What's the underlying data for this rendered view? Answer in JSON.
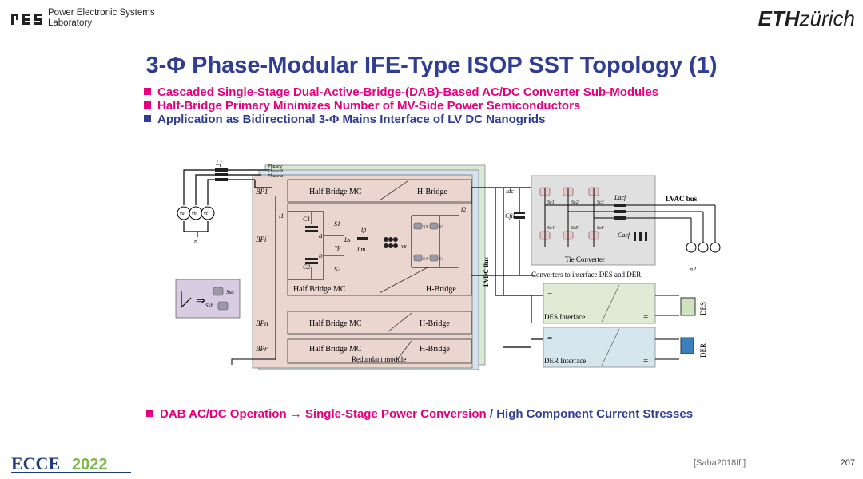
{
  "header": {
    "lab_name_line1": "Power Electronic Systems",
    "lab_name_line2": "Laboratory",
    "eth_bold": "ETH",
    "eth_light": "zürich"
  },
  "slide": {
    "title": "3-Φ Phase-Modular IFE-Type ISOP SST Topology (1)",
    "bullets": [
      {
        "text": "Cascaded Single-Stage Dual-Active-Bridge-(DAB)-Based AC/DC Converter Sub-Modules",
        "color": "#e6007e"
      },
      {
        "text": "Half-Bridge Primary Minimizes Number of MV-Side Power Semiconductors",
        "color": "#e6007e"
      },
      {
        "text": "Application as Bidirectional 3-Φ Mains Interface of LV DC Nanogrids",
        "color": "#2f3d93"
      }
    ],
    "bottom_pink": "DAB AC/DC Operation → Single-Stage Power Conversion",
    "bottom_sep": " / ",
    "bottom_navy": "High Component Current Stresses",
    "reference": "[Saha2018ff.]",
    "page_number": "207"
  },
  "diagram": {
    "phase_labels": [
      "Phase c",
      "Phase b",
      "Phase a"
    ],
    "filter_label": "Lf",
    "sources": [
      "va",
      "vb",
      "vc"
    ],
    "neutral": "n",
    "modules_top": [
      {
        "left": "Half Bridge MC",
        "right": "H-Bridge"
      }
    ],
    "module_main_left": "Half Bridge MC",
    "module_main_right": "H-Bridge",
    "modules_bottom": [
      {
        "left": "Half Bridge MC",
        "right": "H-Bridge"
      },
      {
        "left": "Half Bridge MC",
        "right": "H-Bridge"
      }
    ],
    "redundant_label": "Redundant module",
    "bp_labels": [
      "BP1",
      "BPi",
      "BPn",
      "BPr"
    ],
    "circuit_labels": {
      "c1": "C1",
      "c2": "C2",
      "s1": "S1",
      "s2": "S2",
      "a": "a",
      "b": "b",
      "ls": "Ls",
      "lm": "Lm",
      "ip": "ip",
      "vp": "vp",
      "vs": "vs",
      "i1": "i1",
      "i2": "i2",
      "s3a": "S3",
      "s3b": "S3",
      "s4a": "S4",
      "s4b": "S4"
    },
    "idc": "idc",
    "cfil": "Cfil",
    "lvdc_bus": "LVDC Bus",
    "tie_converter": "Tie Converter",
    "tie_switches": [
      "Sc1",
      "Sc2",
      "Sc3",
      "Sc4",
      "Sc5",
      "Sc6"
    ],
    "lacf": "Lacf",
    "cacf": "Cacf",
    "lvac_bus": "LVAC bus",
    "n2": "n2",
    "converters_caption": "Converters to interface DES and DER",
    "des_interface": "DES Interface",
    "der_interface": "DER Interface",
    "des": "DES",
    "der": "DER",
    "equals": "=",
    "switch_labels": [
      "Ssa",
      "Ssb"
    ]
  },
  "colors": {
    "pink": "#e6007e",
    "navy": "#2f3d93",
    "module_fill": "#ead5cf",
    "tie_fill": "#e0e0e0",
    "des_fill": "#e1ead4",
    "der_fill": "#d6e6ef",
    "stack_green": "#d9e9d2",
    "stack_blue": "#d3e4ef",
    "switch_box": "#d8cce2"
  }
}
